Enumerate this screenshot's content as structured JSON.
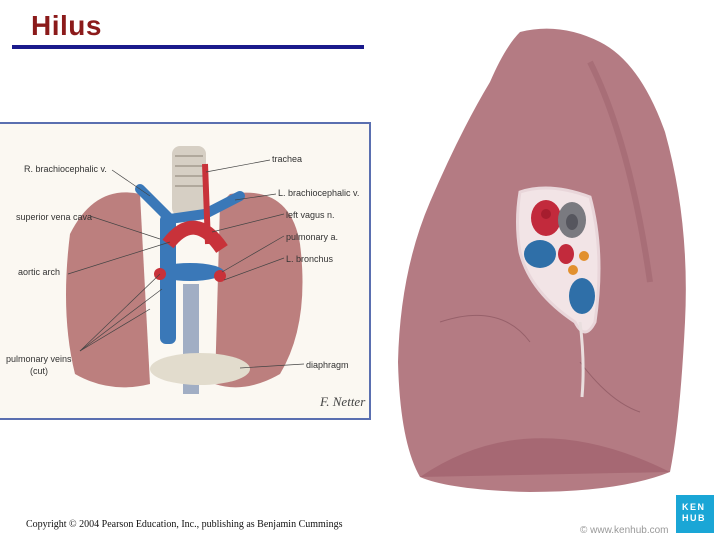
{
  "page": {
    "title": "Hilus",
    "copyright": "Copyright © 2004 Pearson Education, Inc., publishing as Benjamin Cummings"
  },
  "left_figure": {
    "labels_left": {
      "r_brachiocephalic": "R. brachiocephalic v.",
      "superior_vena_cava": "superior vena cava",
      "aortic_arch": "aortic arch",
      "pulmonary_veins": "pulmonary veins",
      "pulmonary_veins_note": "(cut)"
    },
    "labels_right": {
      "trachea": "trachea",
      "l_brachiocephalic": "L. brachiocephalic v.",
      "left_vagus": "left vagus n.",
      "pulmonary_artery": "pulmonary a.",
      "l_bronchus": "L. bronchus",
      "diaphragm": "diaphragm"
    },
    "colors": {
      "vein": "#3a78b8",
      "artery": "#c8323a",
      "lung": "#b06a6a"
    }
  },
  "right_figure": {
    "watermark": "© www.kenhub.com",
    "badge_line1": "KEN",
    "badge_line2": "HUB",
    "colors": {
      "lung": "#b47b83",
      "artery": "#c22a3c",
      "vein": "#2f6fa8",
      "bronchus": "#7a7a80",
      "node": "#e2902e"
    }
  }
}
